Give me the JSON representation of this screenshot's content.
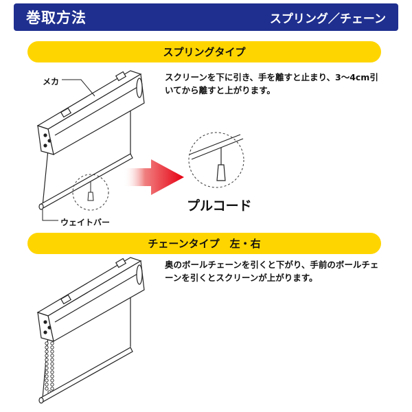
{
  "header": {
    "title": "巻取方法",
    "subtitle": "スプリング／チェーン"
  },
  "spring_section": {
    "band_title": "スプリングタイプ",
    "description": "スクリーンを下に引き、手を離すと止まり、3〜4cm引いてから離すと上がります。",
    "label_mecha": "メカ",
    "label_weight_bar": "ウェイトバー",
    "label_pull_cord": "プルコード"
  },
  "chain_section": {
    "band_title": "チェーンタイプ　左・右",
    "description": "奥のボールチェーンを引くと下がり、手前のボールチェーンを引くとスクリーンが上がります。"
  },
  "colors": {
    "header_bg": "#1f2f8f",
    "band_bg": "#ffd500",
    "arrow": "#e60012"
  }
}
